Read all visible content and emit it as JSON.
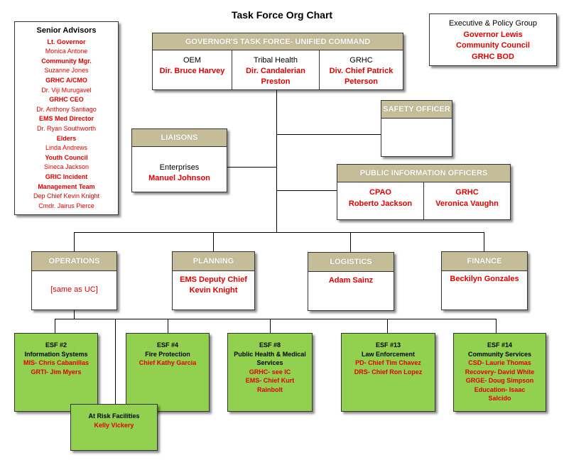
{
  "title": "Task Force Org Chart",
  "advisors": {
    "heading": "Senior Advisors",
    "items": [
      {
        "role": "Lt. Governor",
        "name": "Monica Antone"
      },
      {
        "role": "Community Mgr.",
        "name": "Suzanne Jones"
      },
      {
        "role": "GRHC A/CMO",
        "name": "Dr. Viji Murugavel"
      },
      {
        "role": "GRHC CEO",
        "name": "Dr. Anthony Santiago"
      },
      {
        "role": "EMS Med Director",
        "name": "Dr. Ryan Southworth"
      },
      {
        "role": "Elders",
        "name": "Linda Andrews"
      },
      {
        "role": "Youth Council",
        "name": "Sineca Jackson"
      },
      {
        "role": "GRIC Incident Management Team",
        "name": "Dep Chief Kevin Knight",
        "name2": "Cmdr. Jairus Pierce"
      }
    ]
  },
  "executive": {
    "heading": "Executive & Policy Group",
    "members": [
      "Governor Lewis",
      "Community Council",
      "GRHC BOD"
    ]
  },
  "command": {
    "header": "GOVERNOR'S TASK FORCE- UNIFIED COMMAND",
    "cells": [
      {
        "org": "OEM",
        "name": "Dir. Bruce Harvey"
      },
      {
        "org": "Tribal Health",
        "name": "Dir. Candalerian Preston"
      },
      {
        "org": "GRHC",
        "name": "Div. Chief Patrick Peterson"
      }
    ]
  },
  "safety": {
    "header": "SAFETY OFFICER"
  },
  "liaisons": {
    "header": "LIAISONS",
    "org": "Enterprises",
    "name": "Manuel Johnson"
  },
  "pio": {
    "header": "PUBLIC INFORMATION OFFICERS",
    "cells": [
      {
        "org": "CPAO",
        "name": "Roberto Jackson"
      },
      {
        "org": "GRHC",
        "name": "Veronica Vaughn"
      }
    ]
  },
  "sections": {
    "operations": {
      "header": "OPERATIONS",
      "body": "[same as UC]"
    },
    "planning": {
      "header": "PLANNING",
      "body": "EMS Deputy Chief Kevin Knight"
    },
    "logistics": {
      "header": "LOGISTICS",
      "body": "Adam Sainz"
    },
    "finance": {
      "header": "FINANCE",
      "body": "Beckilyn Gonzales"
    }
  },
  "esf": {
    "esf2": {
      "num": "ESF #2",
      "title": "Information Systems",
      "people": [
        "MIS- Chris Cabanillas",
        "GRTI- Jim Myers"
      ]
    },
    "esf4": {
      "num": "ESF #4",
      "title": "Fire Protection",
      "people": [
        "Chief Kathy Garcia"
      ]
    },
    "esf8": {
      "num": "ESF #8",
      "title": "Public Health & Medical Services",
      "people": [
        "GRHC- see IC",
        "EMS- Chief Kurt Rainbolt"
      ]
    },
    "esf13": {
      "num": "ESF #13",
      "title": "Law Enforcement",
      "people": [
        "PD- Chief Tim Chavez",
        "DRS- Chief Ron Lopez"
      ]
    },
    "esf14": {
      "num": "ESF #14",
      "title": "Community Services",
      "people": [
        "CSD- Laurie Thomas",
        "Recovery- David White",
        "GRGE- Doug Simpson",
        "Education- Isaac Salcido"
      ]
    }
  },
  "atrisk": {
    "title": "At Risk Facilities",
    "name": "Kelly Vickery"
  },
  "colors": {
    "header_bg": "#c4bd97",
    "esf_bg": "#92d050",
    "name_red": "#e00000"
  }
}
